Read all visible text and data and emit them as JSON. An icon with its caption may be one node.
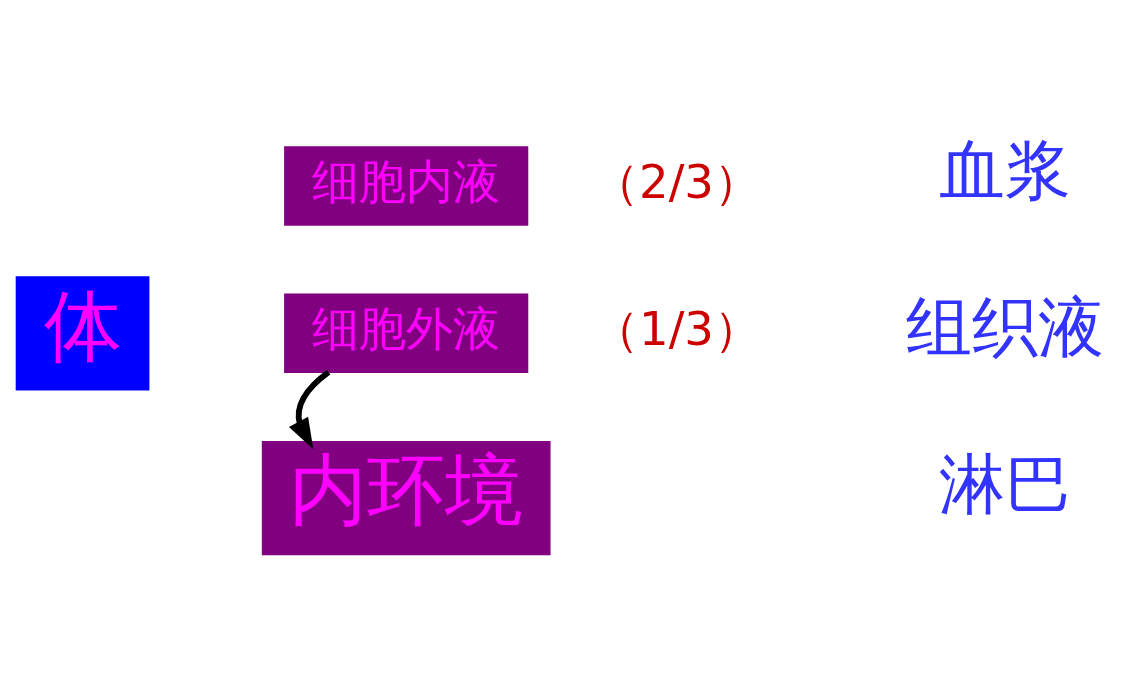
{
  "diagram": {
    "nodes": [
      {
        "text": [
          "体"
        ]
      },
      {
        "text": [
          "细胞内液"
        ],
        "beside": [
          "（2/3）"
        ]
      },
      {
        "text": [
          "细胞外液"
        ],
        "beside": [
          "（1/3）"
        ]
      },
      {
        "text": [
          "内环境"
        ]
      }
    ],
    "edges": [
      {
        "from": 2,
        "to": 3,
        "arrow": "to"
      }
    ],
    "labels": [
      "血浆",
      "组织液",
      "淋巴"
    ]
  }
}
